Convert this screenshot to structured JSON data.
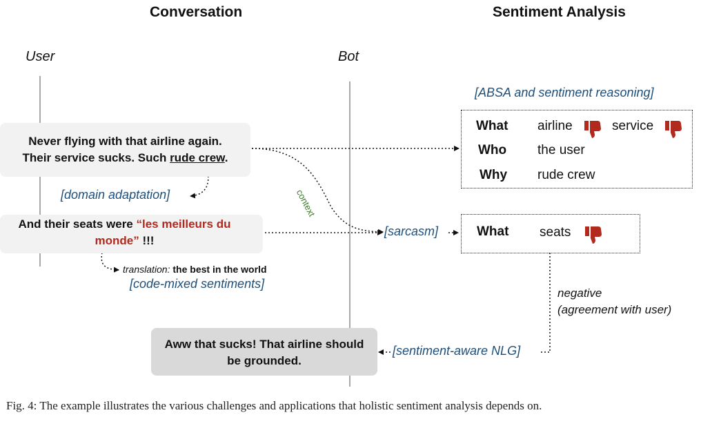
{
  "headings": {
    "conversation": "Conversation",
    "sentiment_analysis": "Sentiment Analysis"
  },
  "columns": {
    "user": "User",
    "bot": "Bot"
  },
  "messages": {
    "user1_line1": "Never flying with that airline again.",
    "user1_line2_pre": "Their service sucks. Such ",
    "user1_line2_underlined": "rude crew",
    "user1_line2_post": ".",
    "user2_pre": "And their seats were ",
    "user2_quote": "“les meilleurs du monde”",
    "user2_post": " !!!",
    "bot_reply": "Aww that sucks! That airline should be grounded."
  },
  "tags": {
    "domain_adaptation": "[domain adaptation]",
    "sarcasm": "[sarcasm]",
    "absa": "[ABSA and sentiment reasoning]",
    "code_mixed": "[code-mixed sentiments]",
    "nlg": "[sentiment-aware NLG]"
  },
  "translation": {
    "label": "translation:",
    "text": "the best in the world"
  },
  "context_label": "context",
  "absa_box": {
    "what_key": "What",
    "what_val1": "airline",
    "what_val2": "service",
    "who_key": "Who",
    "who_val": "the user",
    "why_key": "Why",
    "why_val": "rude crew"
  },
  "sarcasm_box": {
    "what_key": "What",
    "what_val": "seats"
  },
  "negative_note": {
    "line1": "negative",
    "line2": "(agreement with user)"
  },
  "caption": "Fig. 4: The example illustrates the various challenges and applications that holistic sentiment analysis depends on.",
  "colors": {
    "tag_blue": "#1d4f7a",
    "thumb_red": "#b22a1e",
    "context_green": "#3a7a2a"
  },
  "icons": {
    "thumb": "thumbs-down-icon"
  }
}
